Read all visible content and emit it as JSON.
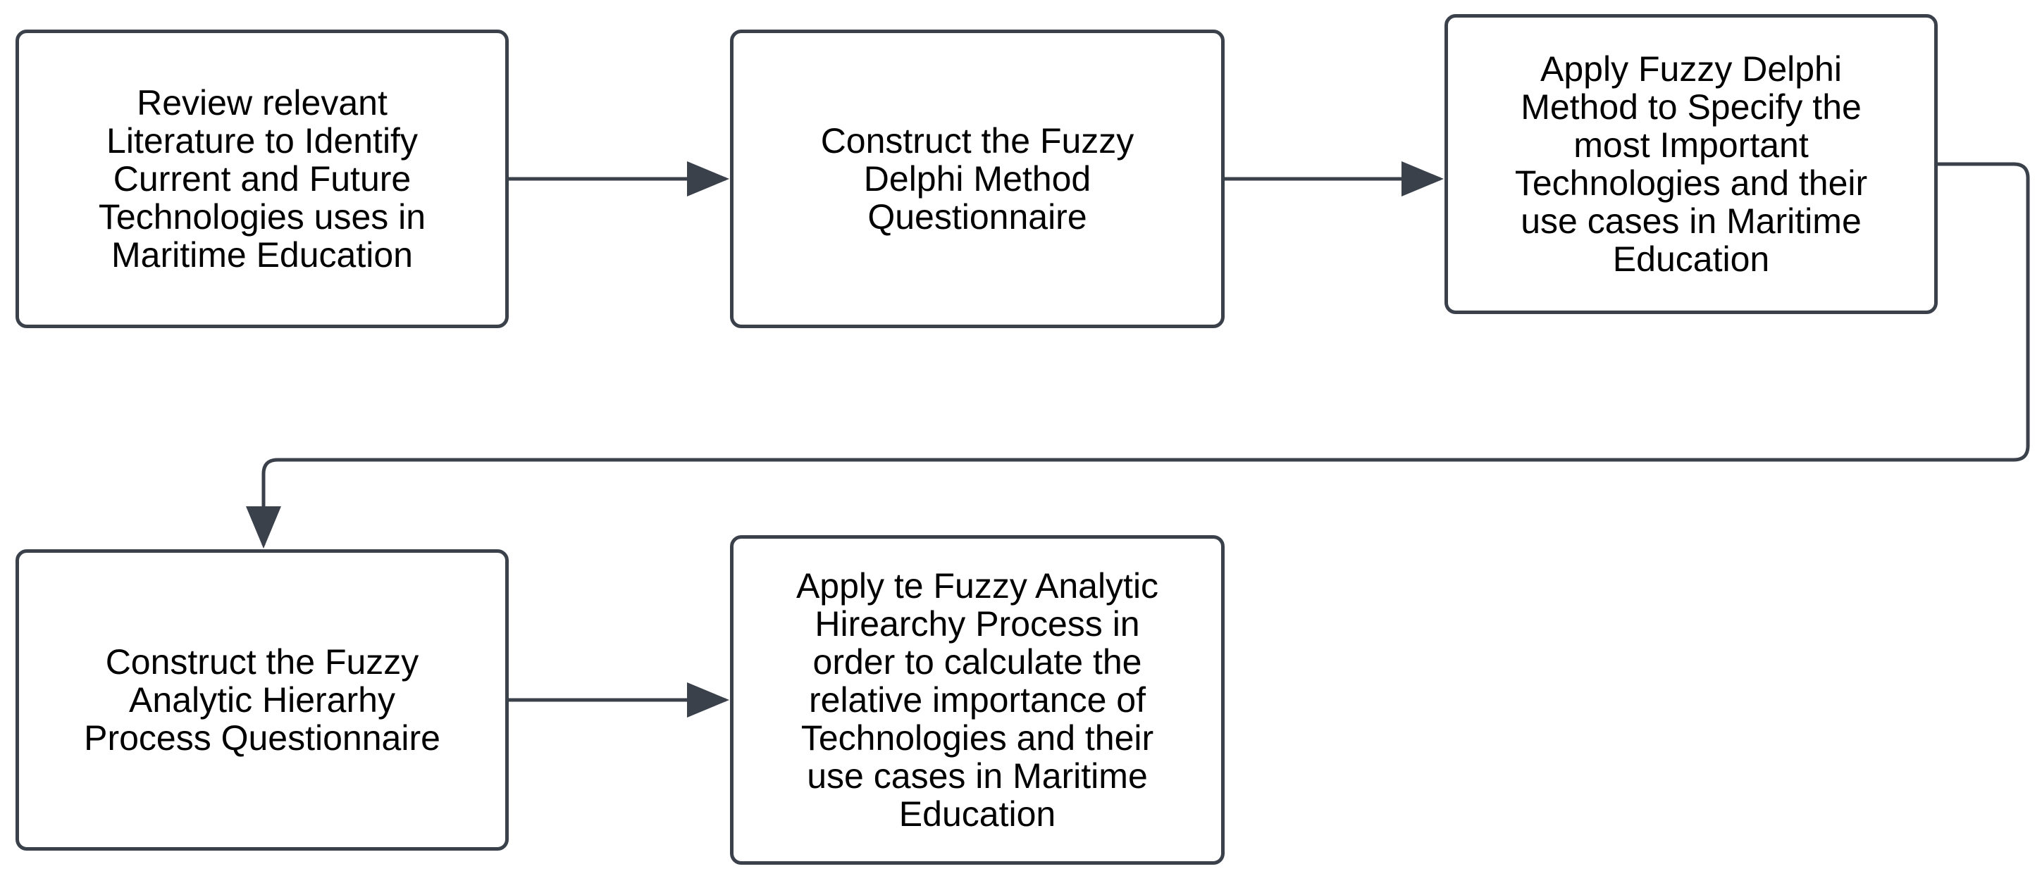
{
  "diagram": {
    "colors": {
      "stroke": "#3a414b",
      "text": "#000000",
      "background": "#ffffff"
    },
    "nodes": [
      {
        "id": "n1",
        "text": "Review relevant\nLiterature  to Identify\nCurrent and Future\nTechnologies uses in\nMaritime Education"
      },
      {
        "id": "n2",
        "text": "Construct the Fuzzy\nDelphi Method\nQuestionnaire"
      },
      {
        "id": "n3",
        "text": "Apply Fuzzy Delphi\nMethod to Specify the\nmost Important\nTechnologies and their\nuse cases in Maritime\nEducation"
      },
      {
        "id": "n4",
        "text": "Construct the Fuzzy\nAnalytic Hierarhy\nProcess Questionnaire"
      },
      {
        "id": "n5",
        "text": "Apply te Fuzzy Analytic\nHirearchy Process in\norder to calculate the\nrelative importance of\nTechnologies and their\nuse cases in Maritime\nEducation"
      }
    ],
    "edges": [
      {
        "from": "n1",
        "to": "n2"
      },
      {
        "from": "n2",
        "to": "n3"
      },
      {
        "from": "n3",
        "to": "n4"
      },
      {
        "from": "n4",
        "to": "n5"
      }
    ]
  }
}
